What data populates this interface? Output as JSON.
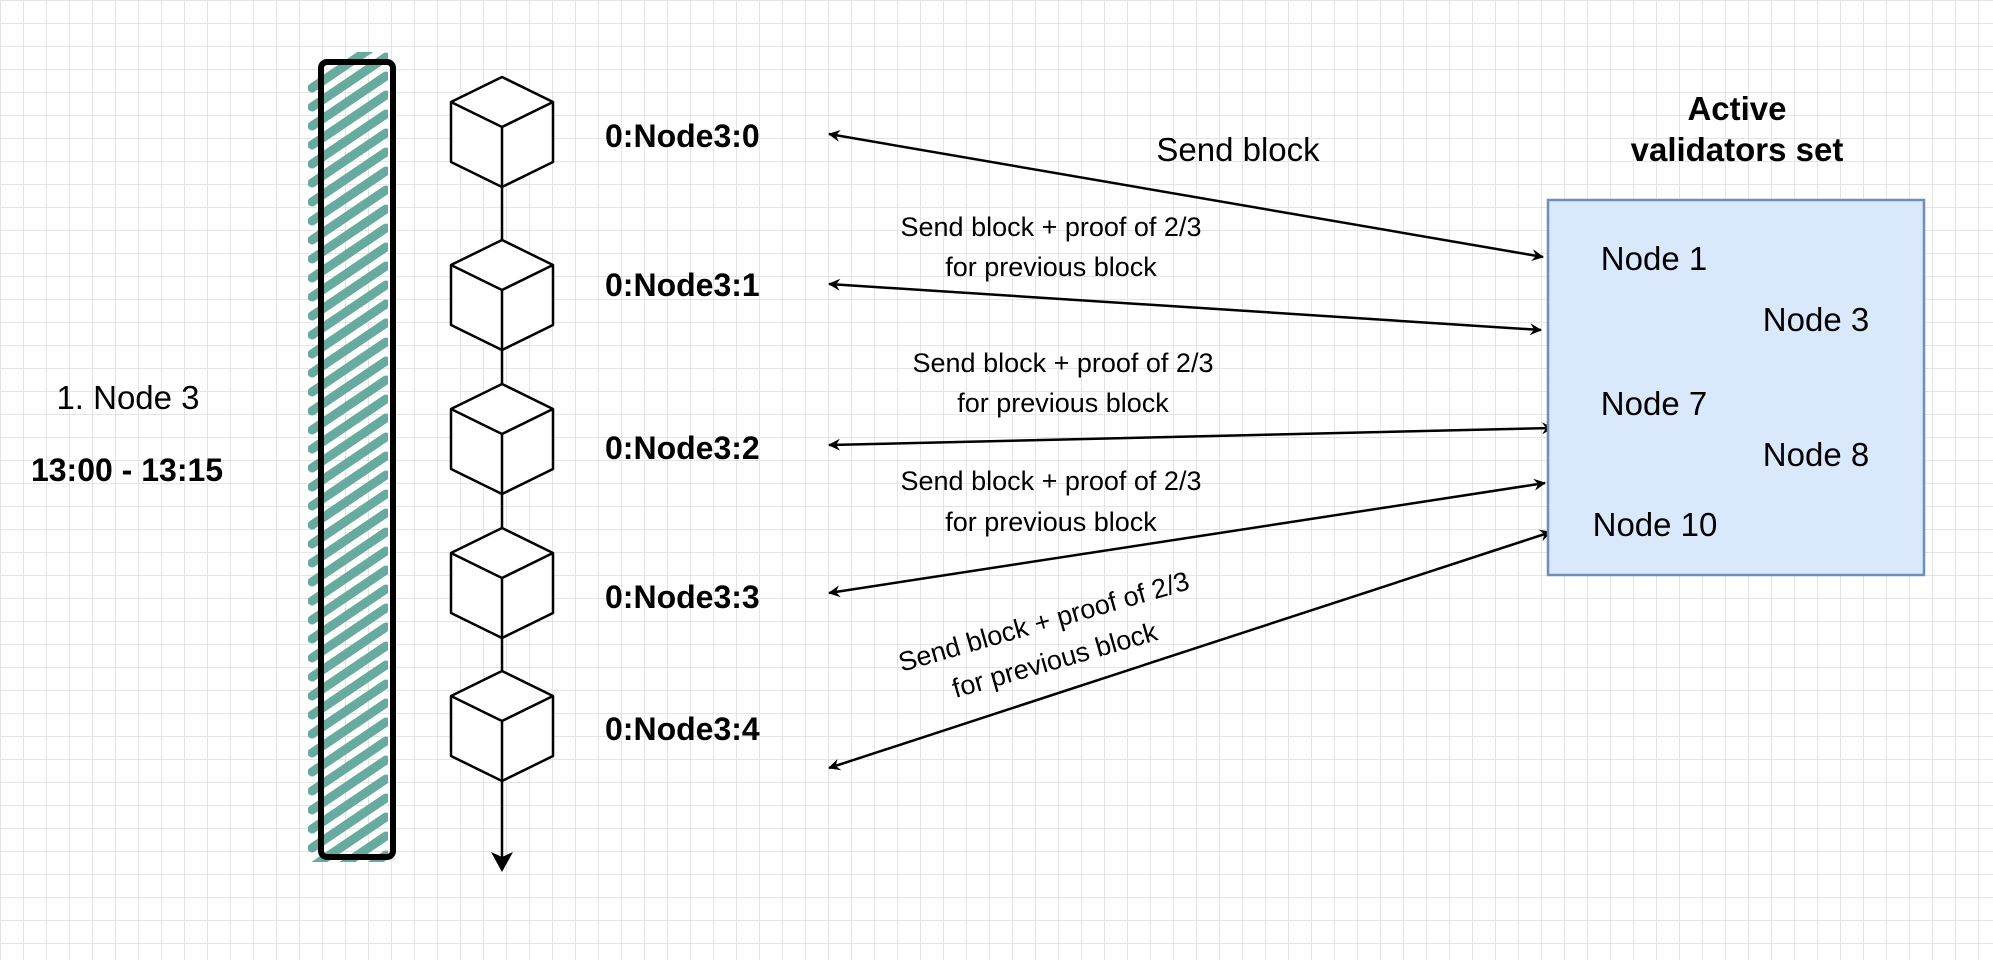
{
  "slot": {
    "node_label": "1. Node 3",
    "time_range": "13:00 - 13:15"
  },
  "blocks": [
    {
      "id": "0:Node3:0"
    },
    {
      "id": "0:Node3:1"
    },
    {
      "id": "0:Node3:2"
    },
    {
      "id": "0:Node3:3"
    },
    {
      "id": "0:Node3:4"
    }
  ],
  "messages": [
    {
      "line1": "Send block",
      "line2": ""
    },
    {
      "line1": "Send block + proof of 2/3",
      "line2": "for previous block"
    },
    {
      "line1": "Send block + proof of 2/3",
      "line2": "for previous block"
    },
    {
      "line1": "Send block + proof of 2/3",
      "line2": "for previous block"
    },
    {
      "line1": "Send block + proof of 2/3",
      "line2": "for previous block"
    }
  ],
  "validators": {
    "title_line1": "Active",
    "title_line2": "validators set",
    "nodes": [
      "Node 1",
      "Node 3",
      "Node 7",
      "Node 8",
      "Node 10"
    ]
  },
  "colors": {
    "hatch": "#67ab9f",
    "validator_fill": "#dae8fc",
    "validator_stroke": "#6c8ebf"
  }
}
